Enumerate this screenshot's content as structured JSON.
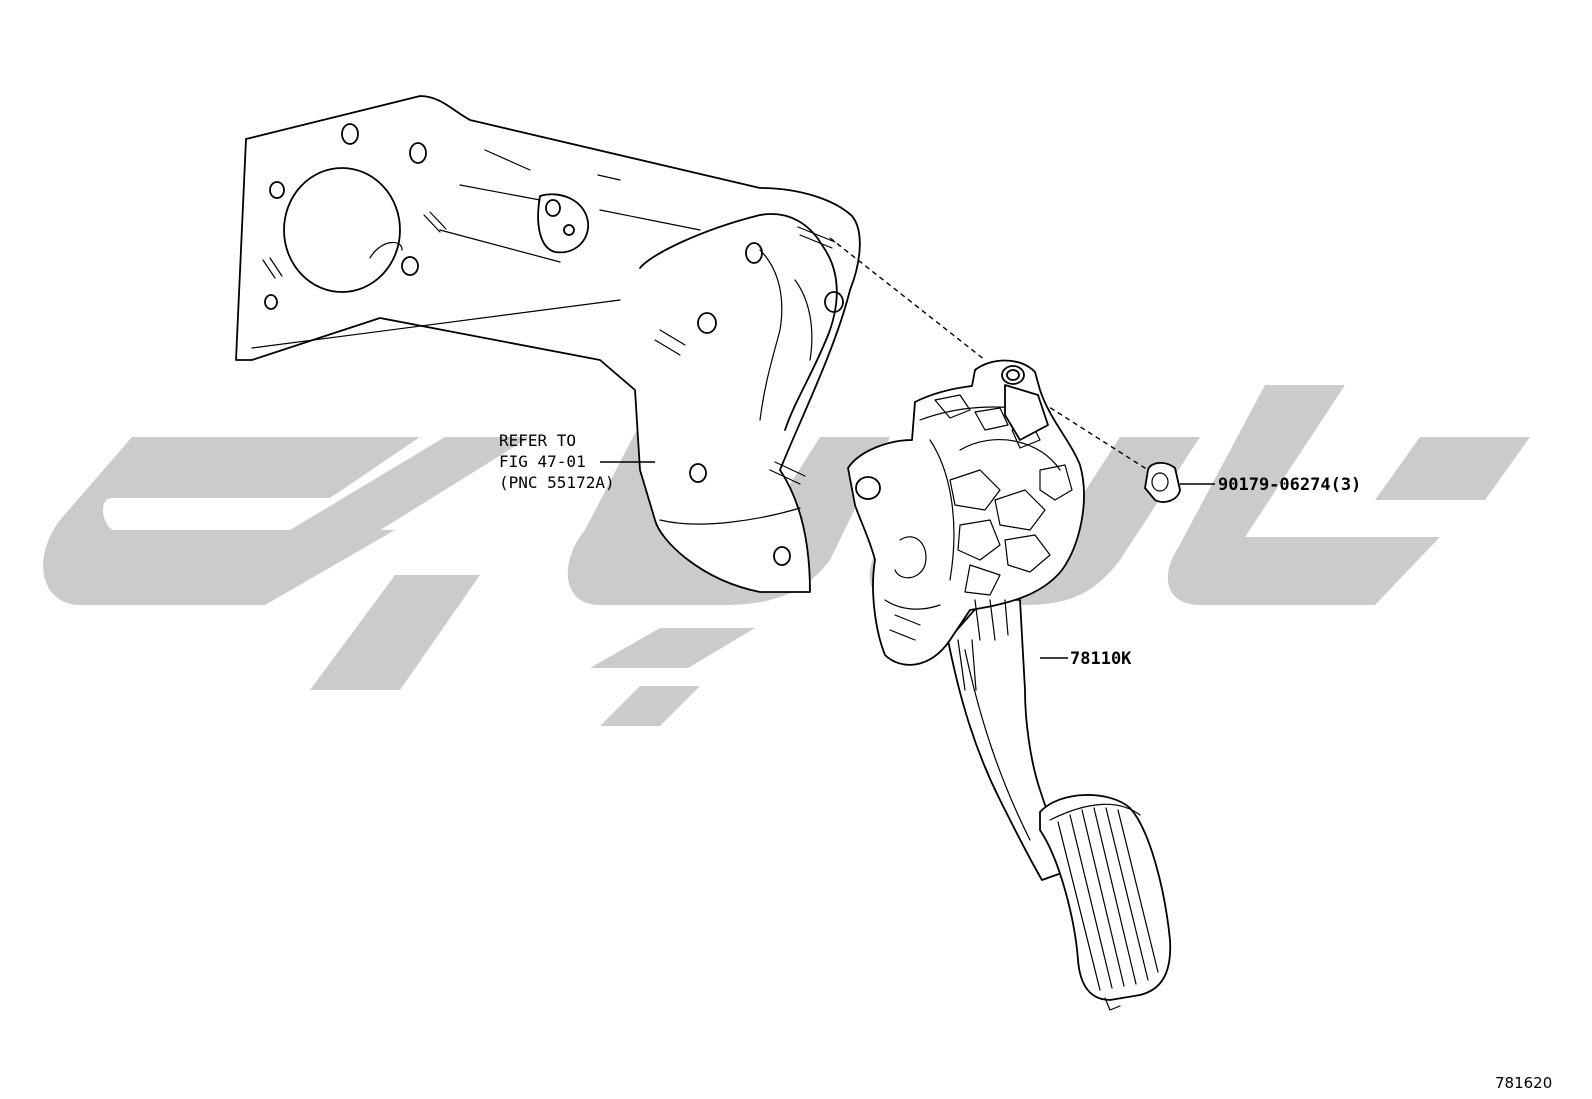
{
  "labels": {
    "refer_line1": "REFER TO",
    "refer_line2": "FIG 47-01",
    "refer_line3": "(PNC 55172A)",
    "nut_part": "90179-06274(3)",
    "pedal_part": "78110K",
    "figure_id": "781620"
  },
  "colors": {
    "watermark": "#cbcbcb",
    "line": "#000000"
  }
}
